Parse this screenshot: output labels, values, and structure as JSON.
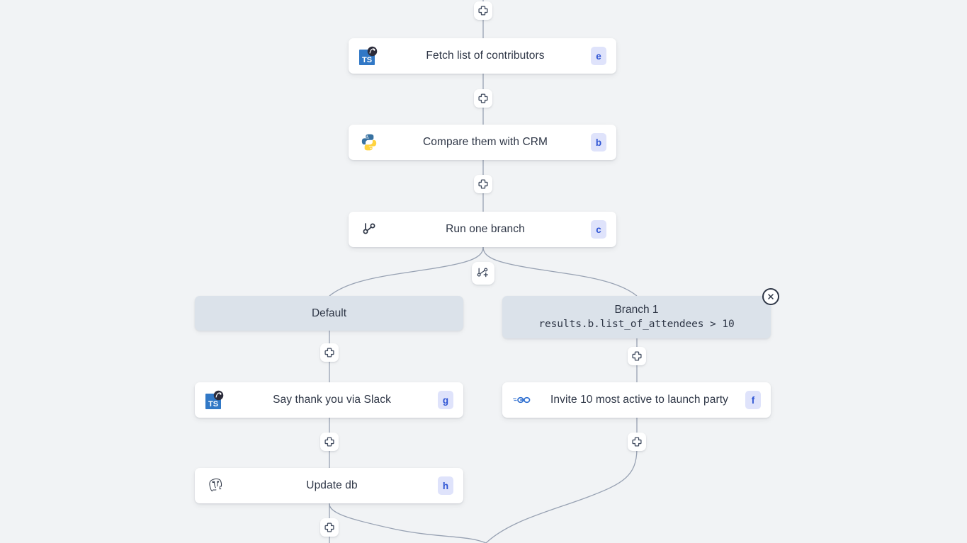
{
  "canvas": {
    "background": "#f1f3f5",
    "edge_color": "#98a2b3"
  },
  "nodes": [
    {
      "id": "e",
      "title": "Fetch list of contributors",
      "badge": "e",
      "icon": "typescript-icon"
    },
    {
      "id": "b",
      "title": "Compare them with CRM",
      "badge": "b",
      "icon": "python-icon"
    },
    {
      "id": "c",
      "title": "Run one branch",
      "badge": "c",
      "icon": "branch-icon"
    },
    {
      "id": "g",
      "title": "Say thank you via Slack",
      "badge": "g",
      "icon": "typescript-icon"
    },
    {
      "id": "f",
      "title": "Invite 10 most active to launch party",
      "badge": "f",
      "icon": "go-icon"
    },
    {
      "id": "h",
      "title": "Update db",
      "badge": "h",
      "icon": "postgresql-icon"
    }
  ],
  "branches": [
    {
      "id": "default",
      "title": "Default",
      "condition": ""
    },
    {
      "id": "branch1",
      "title": "Branch 1",
      "condition": "results.b.list_of_attendees > 10"
    }
  ],
  "buttons": {
    "add_step_label": "+",
    "add_branch_label": "add-branch",
    "close_label": "×"
  },
  "colors": {
    "node_bg": "#ffffff",
    "branch_header_bg": "#dbe2ea",
    "badge_bg": "#dfe3fb",
    "badge_fg": "#2f55d4",
    "text": "#2e3646",
    "edge": "#98a2b3"
  }
}
